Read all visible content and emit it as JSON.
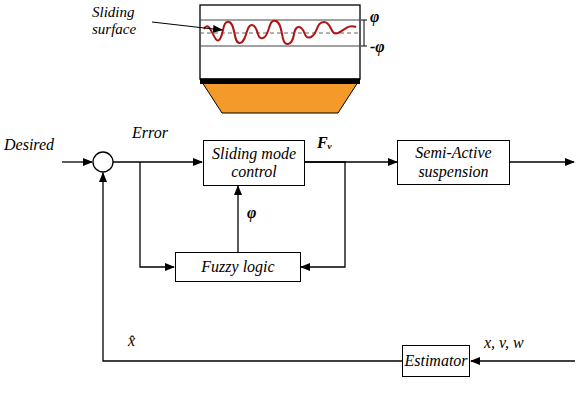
{
  "diagram": {
    "nodes": [
      {
        "text": [
          "Sliding mode control"
        ]
      },
      {
        "text": [
          "Semi-Active suspension"
        ]
      },
      {
        "text": [
          "Fuzzy logic"
        ]
      },
      {
        "text": [
          "Estimator"
        ]
      }
    ],
    "edges": [
      {
        "from": 0,
        "to": 1,
        "arrow": "to",
        "label": "Fᵥ"
      },
      {
        "from": 2,
        "to": 0,
        "arrow": "to",
        "label": "φ"
      },
      {
        "from": 0,
        "to": 2,
        "arrow": "to"
      }
    ],
    "labels": [
      "Sliding surface",
      "φ",
      "-φ",
      "Desired",
      "Error",
      "x̂",
      "x, v, w"
    ]
  }
}
